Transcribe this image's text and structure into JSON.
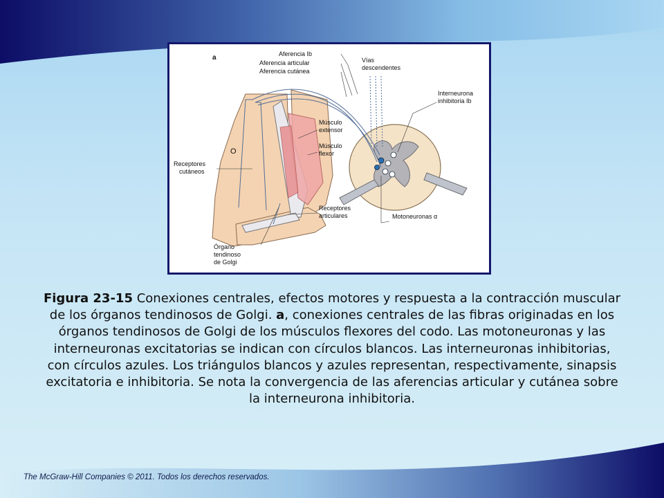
{
  "slide": {
    "colors": {
      "navy": "#0d0d66",
      "sky": "#a9d6f2",
      "frame": "#13186a"
    },
    "figure": {
      "panel_letter": "a",
      "labels": {
        "aferencia_ib": "Aferencia Ib",
        "aferencia_articular": "Aferencia articular",
        "aferencia_cutanea": "Aferencia cutánea",
        "vias_1": "Vías",
        "vias_2": "descendentes",
        "interneurona_1": "Interneurona",
        "interneurona_2": "inhibitoria Ib",
        "musculo_extensor_1": "Músculo",
        "musculo_extensor_2": "extensor",
        "musculo_flexor_1": "Músculo",
        "musculo_flexor_2": "flexor",
        "receptores_cutaneos_1": "Receptores",
        "receptores_cutaneos_2": "cutáneos",
        "receptores_articulares_1": "Receptores",
        "receptores_articulares_2": "articulares",
        "motoneuronas": "Motoneuronas α",
        "organo_1": "Órgano",
        "organo_2": "tendinoso",
        "organo_3": "de Golgi",
        "circle_letter": "O"
      }
    },
    "caption": {
      "figure_number": "Figura 23-15",
      "part1": " Conexiones centrales, efectos motores y respuesta a la contracción muscular de los órganos tendinosos de Golgi. ",
      "panel": "a",
      "part2": ", conexiones centrales de las fibras originadas en los órganos tendinosos de Golgi de los músculos flexores del codo. Las motoneuronas y las interneuronas excitatorias se indican con círculos blancos. Las interneuronas inhibitorias, con círculos azules. Los triángulos blancos y azules  representan, respectivamente, sinapsis excitatoria e inhibitoria. Se nota la  convergencia de las aferencias articular y cutánea sobre la interneurona inhibitoria."
    },
    "footer": "The McGraw-Hill  Companies © 2011. Todos los derechos reservados."
  }
}
